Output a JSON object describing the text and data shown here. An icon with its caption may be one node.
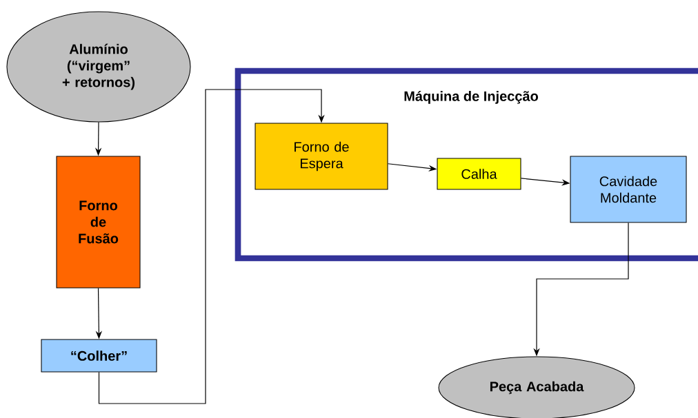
{
  "diagram": {
    "nodes": [
      {
        "text": [
          "Alumínio (“virgem” + retornos)"
        ]
      },
      {
        "text": [
          "Forno de Fusão"
        ]
      },
      {
        "text": [
          "“Colher”"
        ]
      },
      {
        "text": [
          "Máquina de Injecção"
        ]
      },
      {
        "text": [
          "Forno de Espera"
        ],
        "in": 3
      },
      {
        "text": [
          "Calha"
        ],
        "in": 3
      },
      {
        "text": [
          "Cavidade Moldante"
        ],
        "in": 3
      },
      {
        "text": [
          "Peça Acabada"
        ]
      }
    ],
    "edges": [
      {
        "from": 0,
        "to": 1,
        "arrow": "to"
      },
      {
        "from": 1,
        "to": 2,
        "arrow": "to"
      },
      {
        "from": 2,
        "to": 4,
        "arrow": "to"
      },
      {
        "from": 4,
        "to": 5,
        "arrow": "to"
      },
      {
        "from": 5,
        "to": 6,
        "arrow": "to"
      },
      {
        "from": 6,
        "to": 7,
        "arrow": "to"
      }
    ]
  }
}
